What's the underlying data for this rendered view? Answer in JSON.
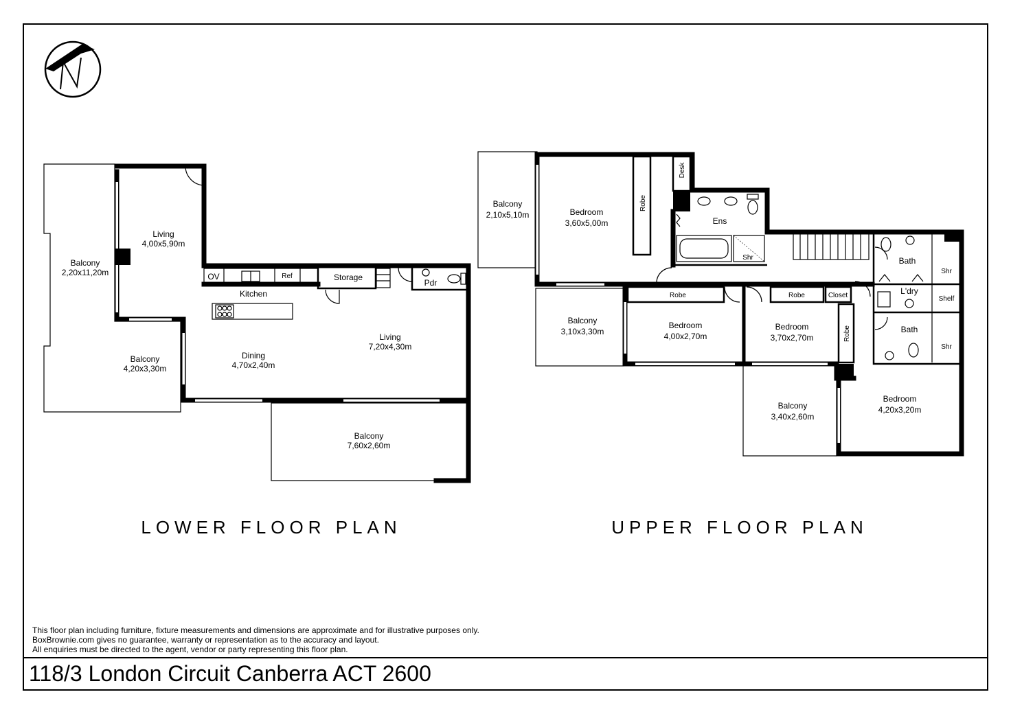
{
  "plans": {
    "lower_title": "LOWER FLOOR PLAN",
    "upper_title": "UPPER FLOOR PLAN"
  },
  "lower_rooms": {
    "balcony_west": {
      "name": "Balcony",
      "size": "2,20x11,20m"
    },
    "living_north": {
      "name": "Living",
      "size": "4,00x5,90m"
    },
    "balcony_sw": {
      "name": "Balcony",
      "size": "4,20x3,30m"
    },
    "kitchen": {
      "name": "Kitchen"
    },
    "dining": {
      "name": "Dining",
      "size": "4,70x2,40m"
    },
    "living_east": {
      "name": "Living",
      "size": "7,20x4,30m"
    },
    "balcony_south": {
      "name": "Balcony",
      "size": "7,60x2,60m"
    },
    "storage": {
      "name": "Storage"
    },
    "pdr": {
      "name": "Pdr"
    },
    "ov": {
      "name": "OV"
    },
    "ref": {
      "name": "Ref"
    }
  },
  "upper_rooms": {
    "balcony_nw": {
      "name": "Balcony",
      "size": "2,10x5,10m"
    },
    "bedroom_main": {
      "name": "Bedroom",
      "size": "3,60x5,00m"
    },
    "robe_main": {
      "name": "Robe"
    },
    "desk": {
      "name": "Desk"
    },
    "ens": {
      "name": "Ens"
    },
    "ens_shr": {
      "name": "Shr"
    },
    "bath_1": {
      "name": "Bath"
    },
    "shr_1": {
      "name": "Shr"
    },
    "ldry": {
      "name": "L'dry"
    },
    "shelf": {
      "name": "Shelf"
    },
    "bath_2": {
      "name": "Bath"
    },
    "shr_2": {
      "name": "Shr"
    },
    "balcony_w": {
      "name": "Balcony",
      "size": "3,10x3,30m"
    },
    "robe_b2": {
      "name": "Robe"
    },
    "bedroom_2": {
      "name": "Bedroom",
      "size": "4,00x2,70m"
    },
    "robe_b3": {
      "name": "Robe"
    },
    "closet": {
      "name": "Closet"
    },
    "bedroom_3": {
      "name": "Bedroom",
      "size": "3,70x2,70m"
    },
    "robe_side": {
      "name": "Robe"
    },
    "balcony_s": {
      "name": "Balcony",
      "size": "3,40x2,60m"
    },
    "bedroom_4": {
      "name": "Bedroom",
      "size": "4,20x3,20m"
    }
  },
  "footer": {
    "disclaimer_1": "This floor plan including furniture, fixture measurements and dimensions are approximate and for illustrative purposes only.",
    "disclaimer_2": "BoxBrownie.com gives no guarantee, warranty or representation as to the accuracy and layout.",
    "disclaimer_3": "All enquiries must be directed to the agent, vendor or party representing this floor plan.",
    "address": "118/3 London Circuit Canberra ACT 2600"
  },
  "icons": {
    "compass": "north-arrow-icon"
  }
}
